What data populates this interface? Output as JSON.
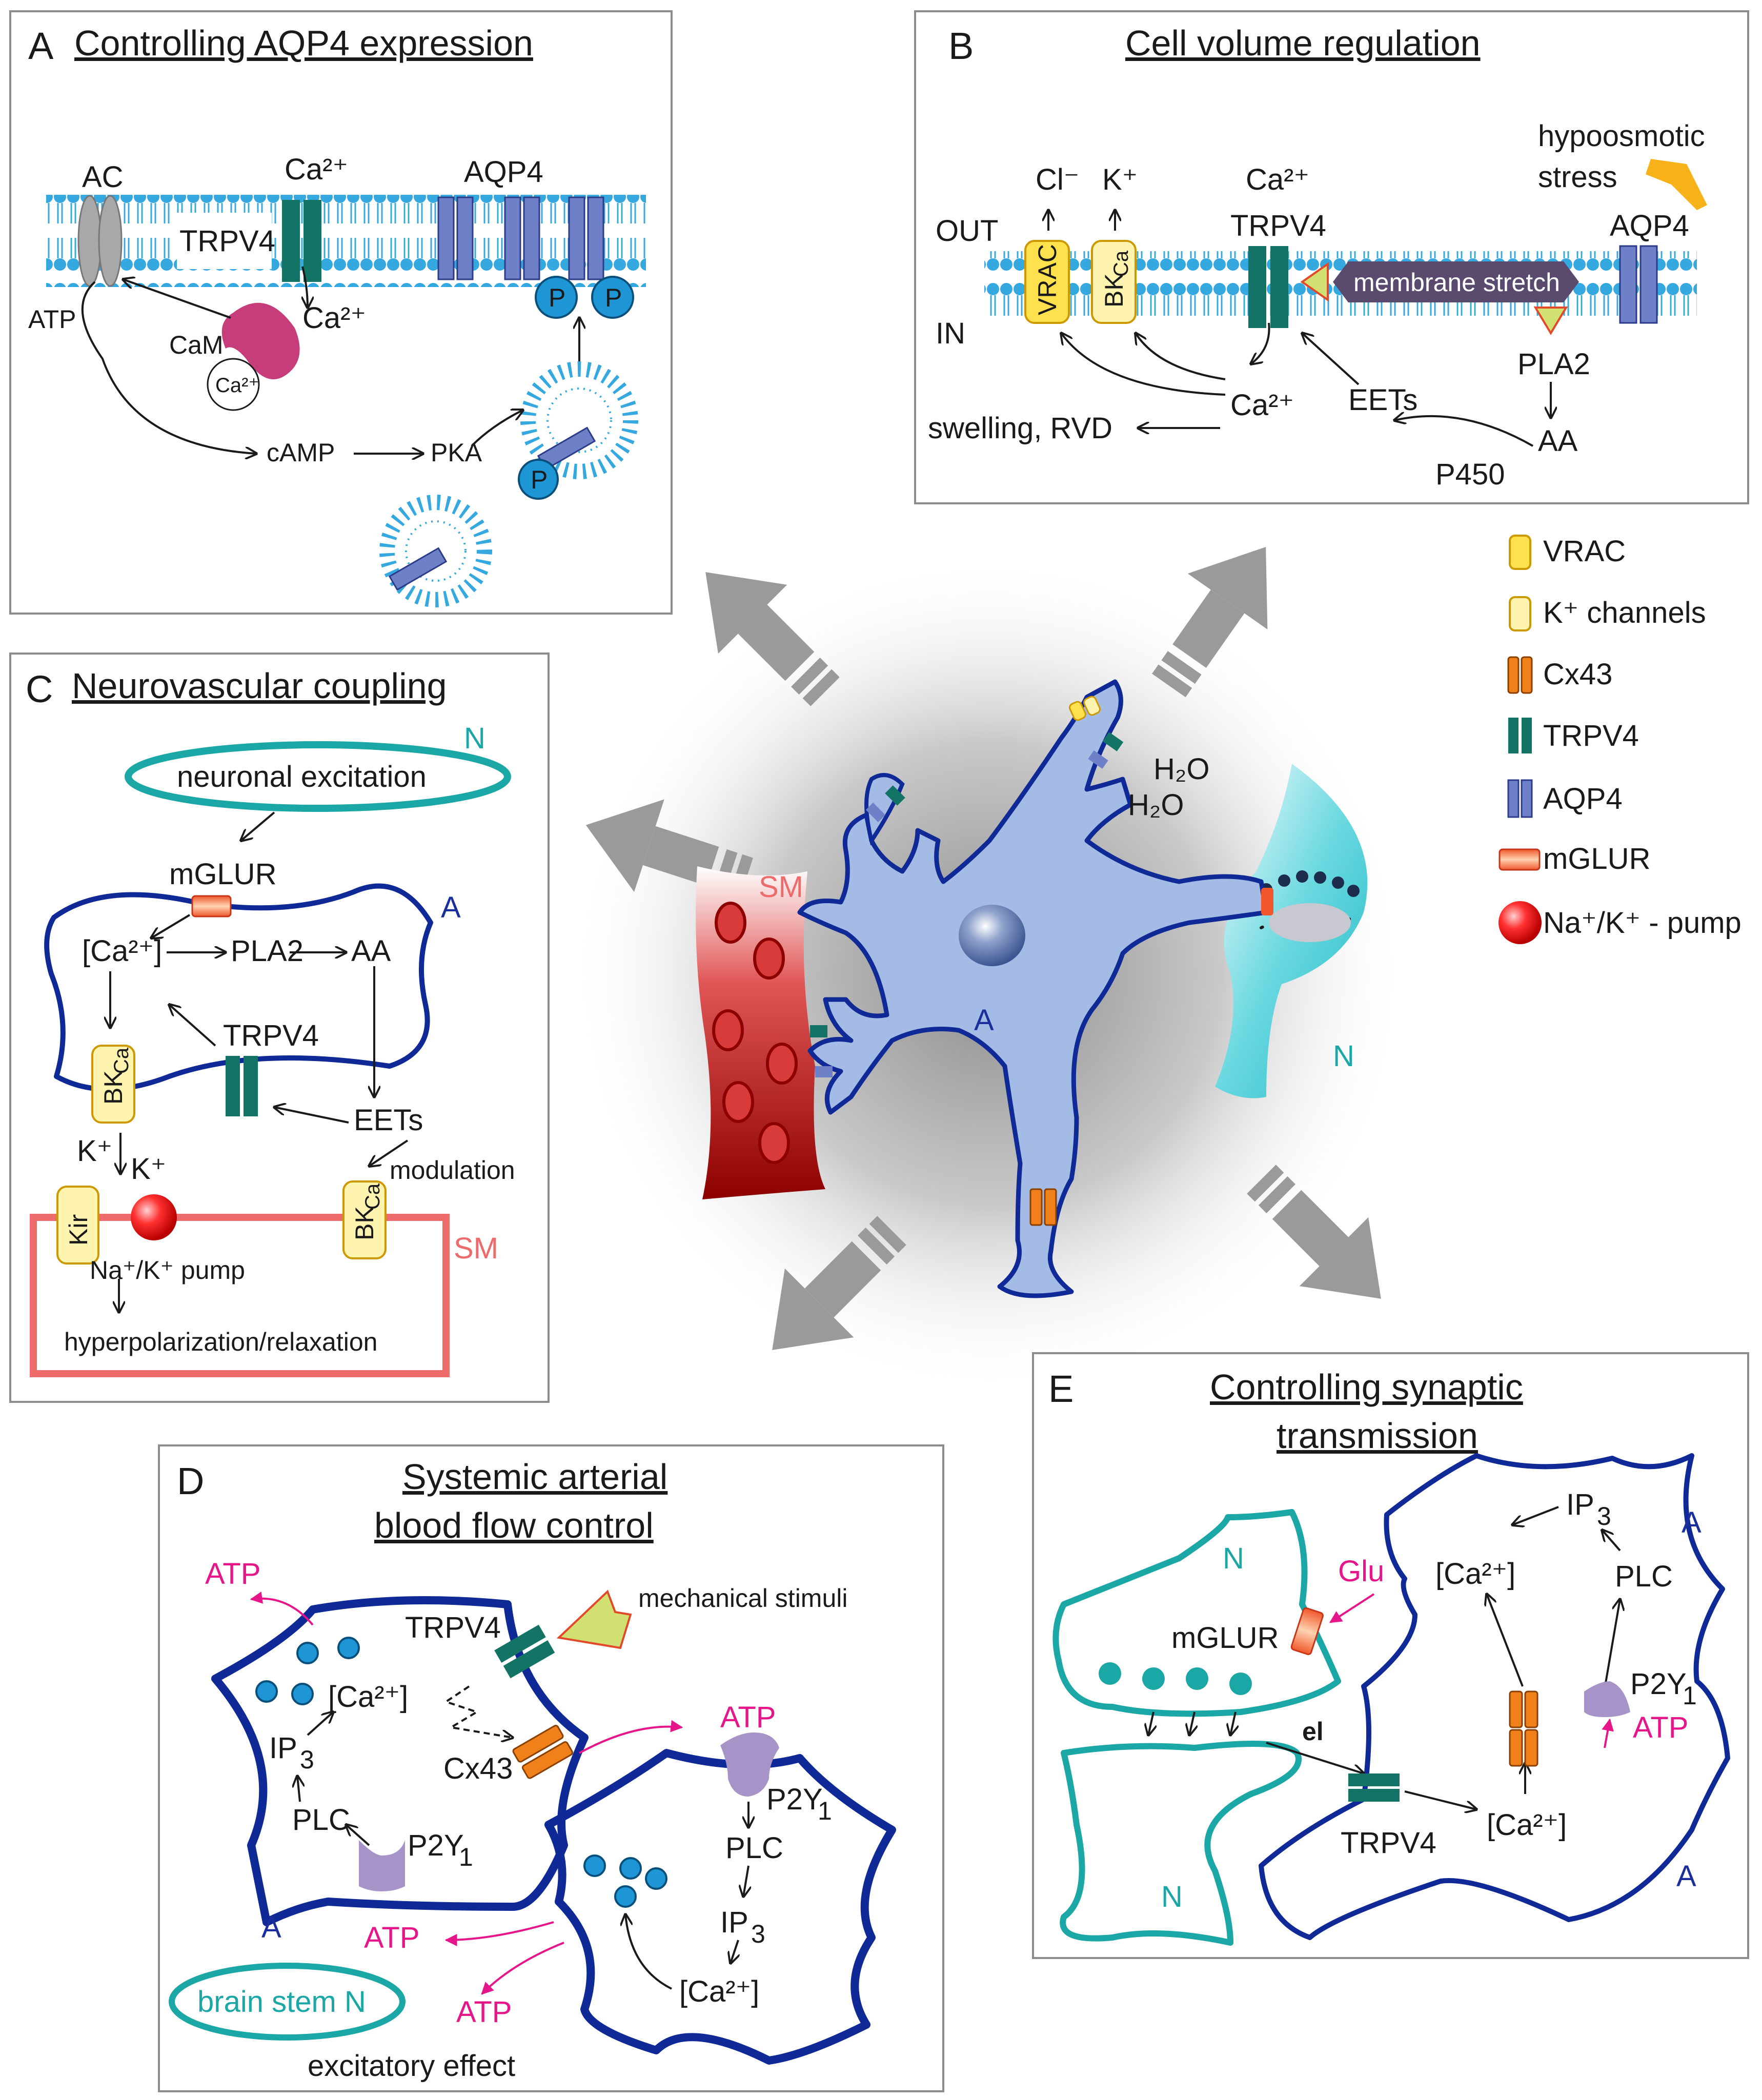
{
  "panels": {
    "a": {
      "letter": "A",
      "title": "Controlling AQP4 expression",
      "labels": {
        "ac": "AC",
        "trpv4": "TRPV4",
        "ca_top": "Ca²⁺",
        "aqp4": "AQP4",
        "ca_in": "Ca²⁺",
        "atp": "ATP",
        "cam": "CaM",
        "ca_cam": "Ca²⁺",
        "camp": "cAMP",
        "pka": "PKA",
        "p": "P"
      }
    },
    "b": {
      "letter": "B",
      "title": "Cell volume regulation",
      "labels": {
        "hypo1": "hypoosmotic",
        "hypo2": "stress",
        "cl": "Cl⁻",
        "k": "K⁺",
        "ca_top": "Ca²⁺",
        "trpv4": "TRPV4",
        "aqp4": "AQP4",
        "out": "OUT",
        "in": "IN",
        "vrac": "VRAC",
        "bk": "BK",
        "bk_sub": "Ca",
        "stretch": "membrane stretch",
        "pla2": "PLA2",
        "ca_in": "Ca²⁺",
        "eets": "EETs",
        "swelling": "swelling, RVD",
        "aa": "AA",
        "p450": "P450"
      }
    },
    "c": {
      "letter": "C",
      "title": "Neurovascular coupling",
      "labels": {
        "n": "N",
        "excitation": "neuronal excitation",
        "mglur": "mGLUR",
        "a": "A",
        "ca": "[Ca²⁺]",
        "pla2": "PLA2",
        "aa": "AA",
        "trpv4": "TRPV4",
        "bk": "BK",
        "bk_sub": "Ca",
        "eets": "EETs",
        "k1": "K⁺",
        "k2": "K⁺",
        "modulation": "modulation",
        "kir": "Kir",
        "sm": "SM",
        "pump": "Na⁺/K⁺ pump",
        "hyper": "hyperpolarization/relaxation"
      }
    },
    "d": {
      "letter": "D",
      "title1": "Systemic arterial",
      "title2": "blood flow control",
      "labels": {
        "atp_top": "ATP",
        "mech": "mechanical stimuli",
        "trpv4": "TRPV4",
        "ca": "[Ca²⁺]",
        "ip3": "IP",
        "ip3_sub": "3",
        "cx43": "Cx43",
        "plc": "PLC",
        "p2y": "P2Y",
        "p2y_sub": "1",
        "a": "A",
        "atp_bottom": "ATP",
        "atp_right": "ATP",
        "p2y_r": "P2Y",
        "p2y_r_sub": "1",
        "plc_r": "PLC",
        "ip3_r": "IP",
        "ip3_r_sub": "3",
        "ca_r": "[Ca²⁺]",
        "brainstem": "brain stem N",
        "atp_bs": "ATP",
        "excitatory": "excitatory effect"
      }
    },
    "e": {
      "letter": "E",
      "title1": "Controlling synaptic",
      "title2": "transmission",
      "labels": {
        "ip3": "IP",
        "ip3_sub": "3",
        "a_top": "A",
        "n_top": "N",
        "glu": "Glu",
        "ca_top": "[Ca²⁺]",
        "plc": "PLC",
        "mglur": "mGLUR",
        "p2y": "P2Y",
        "p2y_sub": "1",
        "atp": "ATP",
        "el": "el",
        "trpv4": "TRPV4",
        "ca_bottom": "[Ca²⁺]",
        "n_bottom": "N",
        "a_bottom": "A"
      }
    }
  },
  "center": {
    "astro": "A",
    "sm": "SM",
    "neuron": "N",
    "h2o_1": "H₂O",
    "h2o_2": "H₂O"
  },
  "legend": [
    {
      "label": "VRAC",
      "kind": "vrac"
    },
    {
      "label": "K⁺ channels",
      "kind": "kchannel"
    },
    {
      "label": "Cx43",
      "kind": "cx43"
    },
    {
      "label": "TRPV4",
      "kind": "trpv4"
    },
    {
      "label": "AQP4",
      "kind": "aqp4"
    },
    {
      "label": "mGLUR",
      "kind": "mglur"
    },
    {
      "label": "Na⁺/K⁺ - pump",
      "kind": "pump"
    }
  ],
  "colors": {
    "navy": "#0f2a96",
    "teal": "#1aa7a5",
    "pink": "#e6168a",
    "salmon": "#ee6b6b",
    "trpv4": "#137466",
    "aqp4": "#6e80c8",
    "cx43": "#f0801a",
    "vrac": "#ffe14d",
    "kchannel": "#fff3b0",
    "mglur": "#f0582c",
    "membrane": "#35a9df",
    "astro": "#a4bbe6"
  }
}
